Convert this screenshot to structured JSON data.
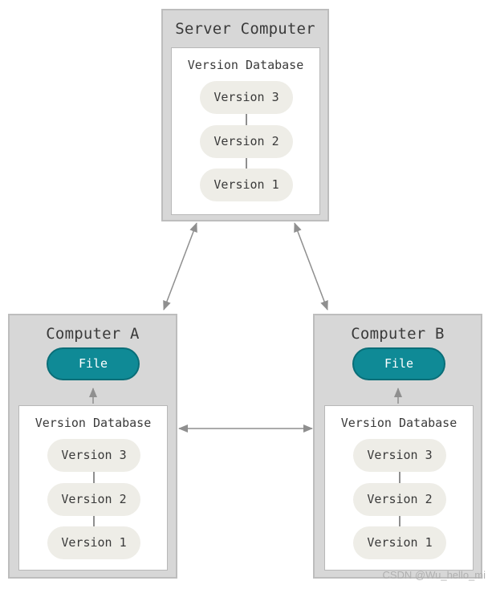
{
  "server": {
    "title": "Server Computer",
    "database_title": "Version Database",
    "versions": [
      "Version 3",
      "Version 2",
      "Version 1"
    ]
  },
  "computer_a": {
    "title": "Computer A",
    "file_label": "File",
    "database_title": "Version Database",
    "versions": [
      "Version 3",
      "Version 2",
      "Version 1"
    ]
  },
  "computer_b": {
    "title": "Computer B",
    "file_label": "File",
    "database_title": "Version Database",
    "versions": [
      "Version 3",
      "Version 2",
      "Version 1"
    ]
  },
  "watermark": "CSDN @Wu_hello_mi",
  "colors": {
    "computer_background": "#d7d7d7",
    "version_pill": "#eeede7",
    "file_pill": "#0f8a96",
    "arrow": "#8f8f8f"
  }
}
